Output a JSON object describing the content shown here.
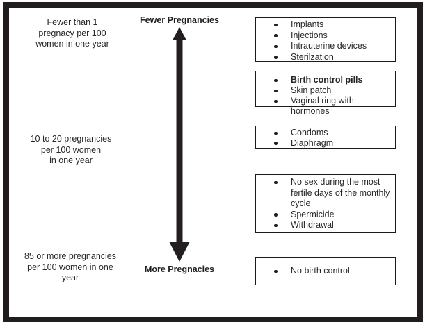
{
  "colors": {
    "ink": "#231f20",
    "background": "#ffffff"
  },
  "diagram": {
    "left_labels": [
      {
        "text": "Fewer than 1\npregnacy per 100\nwomen in one year"
      },
      {
        "text": "10 to 20 pregnancies\nper 100 women\nin one year"
      },
      {
        "text": "85 or more pregnancies\nper 100 women in one\nyear"
      }
    ],
    "arrow": {
      "top_label": "Fewer Pregnancies",
      "bottom_label": "More Pregnacies"
    },
    "boxes": [
      {
        "items": [
          {
            "text": "Implants"
          },
          {
            "text": "Injections"
          },
          {
            "text": "Intrauterine devices"
          },
          {
            "text": "Sterilzation"
          }
        ]
      },
      {
        "items": [
          {
            "text": "Birth control pills"
          },
          {
            "text": "Skin patch"
          },
          {
            "text": "Vaginal ring with hormones"
          }
        ]
      },
      {
        "items": [
          {
            "text": "Condoms"
          },
          {
            "text": "Diaphragm"
          }
        ]
      },
      {
        "items": [
          {
            "text": "No sex during the most\nfertile days of the monthly\ncycle"
          },
          {
            "text": "Spermicide"
          },
          {
            "text": "Withdrawal"
          }
        ]
      },
      {
        "items": [
          {
            "text": "No birth control"
          }
        ]
      }
    ]
  }
}
